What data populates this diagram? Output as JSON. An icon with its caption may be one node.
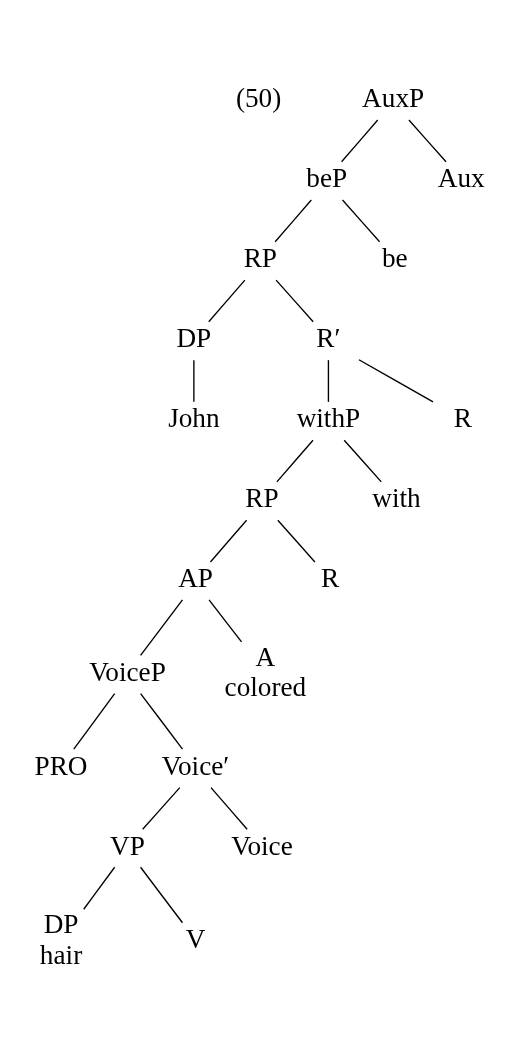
{
  "diagram": {
    "nodes": [
      {
        "text": [
          "AuxP"
        ]
      },
      {
        "text": [
          "beP"
        ]
      },
      {
        "text": [
          "Aux"
        ]
      },
      {
        "text": [
          "RP"
        ]
      },
      {
        "text": [
          "be"
        ]
      },
      {
        "text": [
          "DP"
        ]
      },
      {
        "text": [
          "R′"
        ]
      },
      {
        "text": [
          "John"
        ]
      },
      {
        "text": [
          "withP"
        ]
      },
      {
        "text": [
          "R"
        ]
      },
      {
        "text": [
          "RP"
        ]
      },
      {
        "text": [
          "with"
        ]
      },
      {
        "text": [
          "AP"
        ]
      },
      {
        "text": [
          "R"
        ]
      },
      {
        "text": [
          "VoiceP"
        ]
      },
      {
        "text": [
          "A",
          "colored"
        ]
      },
      {
        "text": [
          "PRO"
        ]
      },
      {
        "text": [
          "Voice′"
        ]
      },
      {
        "text": [
          "VP"
        ]
      },
      {
        "text": [
          "Voice"
        ]
      },
      {
        "text": [
          "DP",
          "hair"
        ]
      },
      {
        "text": [
          "V"
        ]
      }
    ],
    "edges": [
      {
        "from": 0,
        "to": 1,
        "arrow": "none"
      },
      {
        "from": 0,
        "to": 2,
        "arrow": "none"
      },
      {
        "from": 1,
        "to": 3,
        "arrow": "none"
      },
      {
        "from": 1,
        "to": 4,
        "arrow": "none"
      },
      {
        "from": 3,
        "to": 5,
        "arrow": "none"
      },
      {
        "from": 3,
        "to": 6,
        "arrow": "none"
      },
      {
        "from": 5,
        "to": 7,
        "arrow": "none"
      },
      {
        "from": 6,
        "to": 8,
        "arrow": "none"
      },
      {
        "from": 6,
        "to": 9,
        "arrow": "none"
      },
      {
        "from": 8,
        "to": 10,
        "arrow": "none"
      },
      {
        "from": 8,
        "to": 11,
        "arrow": "none"
      },
      {
        "from": 10,
        "to": 12,
        "arrow": "none"
      },
      {
        "from": 10,
        "to": 13,
        "arrow": "none"
      },
      {
        "from": 12,
        "to": 14,
        "arrow": "none"
      },
      {
        "from": 12,
        "to": 15,
        "arrow": "none"
      },
      {
        "from": 14,
        "to": 16,
        "arrow": "none"
      },
      {
        "from": 14,
        "to": 17,
        "arrow": "none"
      },
      {
        "from": 17,
        "to": 18,
        "arrow": "none"
      },
      {
        "from": 17,
        "to": 19,
        "arrow": "none"
      },
      {
        "from": 18,
        "to": 20,
        "arrow": "none"
      },
      {
        "from": 18,
        "to": 21,
        "arrow": "none"
      }
    ],
    "labels": [
      "(50)"
    ]
  }
}
